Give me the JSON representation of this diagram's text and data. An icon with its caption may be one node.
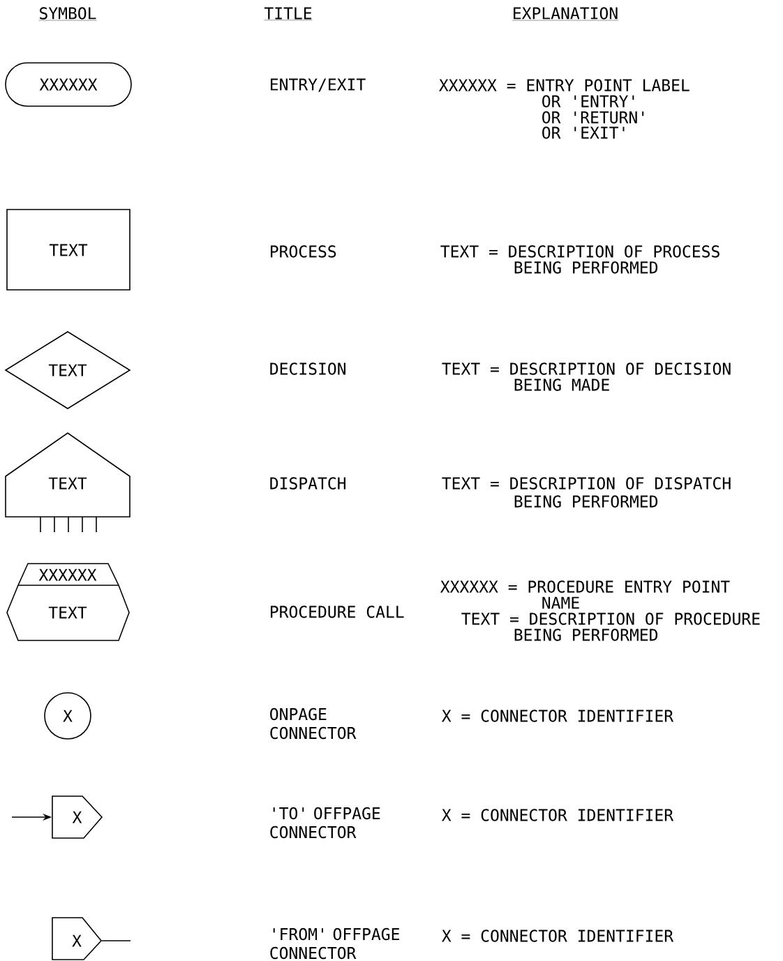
{
  "diagram": {
    "nodes": [
      {
        "text": [
          "XXXXXX"
        ]
      },
      {
        "text": [
          "TEXT"
        ]
      },
      {
        "text": [
          "TEXT"
        ]
      },
      {
        "text": [
          "TEXT"
        ]
      },
      {
        "text": [
          "XXXXXX",
          "TEXT"
        ]
      },
      {
        "text": [
          "X"
        ]
      },
      {
        "text": [
          "X"
        ]
      },
      {
        "text": [
          "X"
        ]
      }
    ],
    "edges": [
      {
        "from": null,
        "to": 6,
        "arrow": "to"
      },
      {
        "from": 7,
        "to": null,
        "arrow": "none"
      }
    ],
    "labels": [
      "SYMBOL",
      "TITLE",
      "EXPLANATION",
      "ENTRY/EXIT",
      "XXXXXX = ENTRY POINT LABEL",
      "OR 'ENTRY'",
      "OR 'RETURN'",
      "OR 'EXIT'",
      "PROCESS",
      "TEXT = DESCRIPTION OF PROCESS",
      "BEING PERFORMED",
      "DECISION",
      "TEXT = DESCRIPTION OF DECISION",
      "BEING MADE",
      "DISPATCH",
      "TEXT = DESCRIPTION OF DISPATCH",
      "BEING PERFORMED",
      "PROCEDURE CALL",
      "XXXXXX = PROCEDURE ENTRY POINT",
      "NAME",
      "TEXT = DESCRIPTION OF PROCEDURE",
      "BEING PERFORMED",
      "ONPAGE CONNECTOR",
      "X = CONNECTOR IDENTIFIER",
      "'TO' OFFPAGE CONNECTOR",
      "X = CONNECTOR IDENTIFIER",
      "'FROM' OFFPAGE CONNECTOR",
      "X = CONNECTOR IDENTIFIER"
    ]
  }
}
